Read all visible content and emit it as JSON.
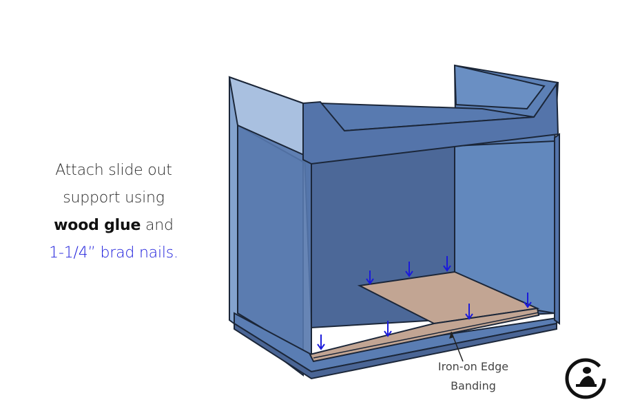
{
  "instructions": {
    "line1": "Attach slide out",
    "line2": "support using",
    "line3_bold": "wood glue",
    "line3_rest": " and",
    "line4": "1-1/4” brad nails."
  },
  "callout": {
    "line1": "Iron-on Edge",
    "line2": "Banding"
  },
  "colors": {
    "panel_blue": "#5b7fb3",
    "panel_dark": "#4a6595",
    "outline": "#1b2638",
    "support_wood": "#c2a593",
    "arrow_blue": "#1a1adb",
    "instruction_highlight": "#1a1adb"
  },
  "logo": {
    "icon": "woodworker-logo-icon"
  }
}
